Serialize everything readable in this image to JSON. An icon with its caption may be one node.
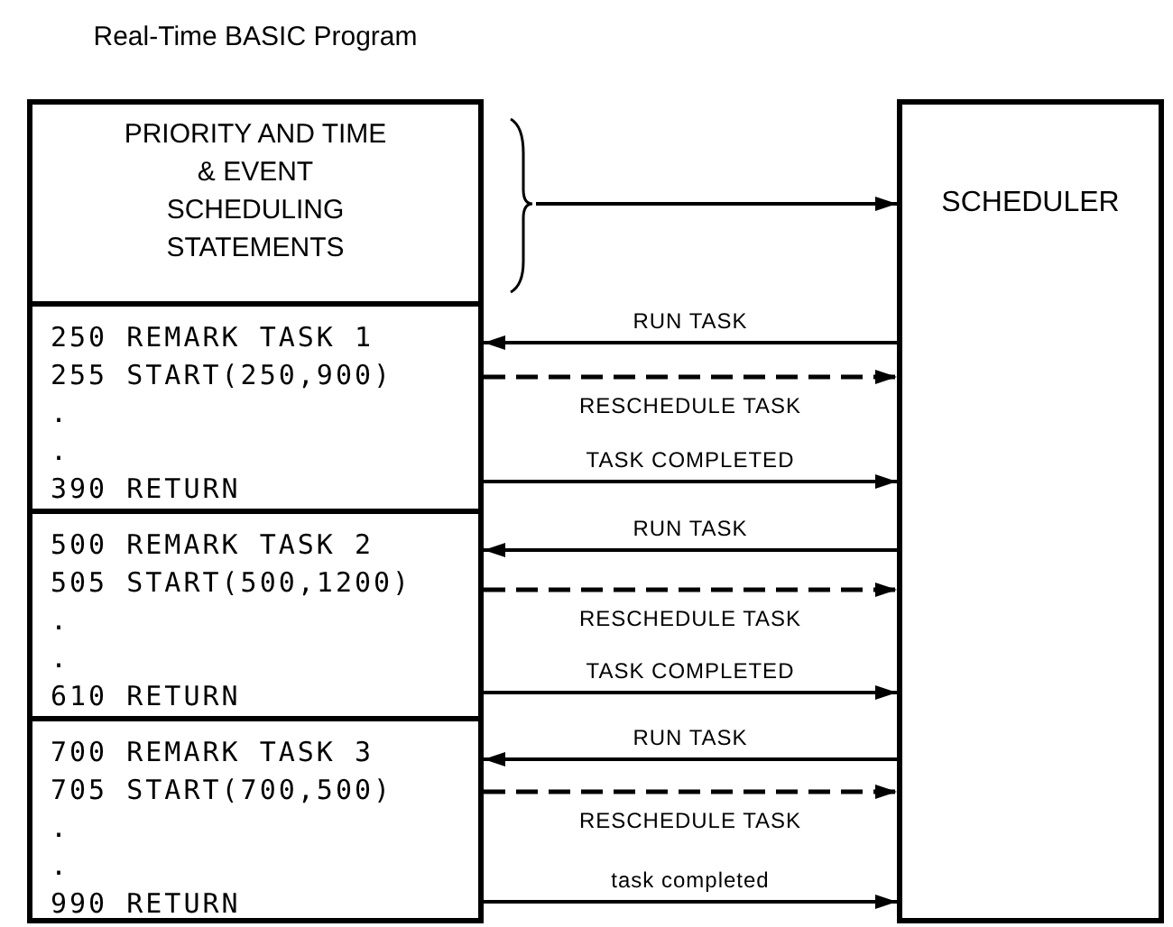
{
  "diagram": {
    "nodes": [
      {
        "text": [
          "Real-Time BASIC Program"
        ]
      },
      {
        "text": [
          "PRIORITY AND TIME & EVENT SCHEDULING STATEMENTS"
        ],
        "in": 0
      },
      {
        "text": [
          "250 REMARK TASK 1",
          "255 START(250,900)",
          ".",
          ".",
          "390 RETURN"
        ],
        "in": 0
      },
      {
        "text": [
          "500 REMARK TASK 2",
          "505 START(500,1200)",
          ".",
          ".",
          "610 RETURN"
        ],
        "in": 0
      },
      {
        "text": [
          "700 REMARK TASK 3",
          "705 START(700,500)",
          ".",
          ".",
          "990 RETURN"
        ],
        "in": 0
      },
      {
        "text": [
          "SCHEDULER"
        ]
      }
    ],
    "edges": [
      {
        "from": 1,
        "to": 5,
        "arrow": "to"
      },
      {
        "from": 5,
        "to": 2,
        "arrow": "to",
        "label": "RUN TASK"
      },
      {
        "from": 2,
        "to": 5,
        "arrow": "to",
        "label": "RESCHEDULE TASK",
        "style": "dashed"
      },
      {
        "from": 2,
        "to": 5,
        "arrow": "to",
        "label": "TASK COMPLETED"
      },
      {
        "from": 5,
        "to": 3,
        "arrow": "to",
        "label": "RUN TASK"
      },
      {
        "from": 3,
        "to": 5,
        "arrow": "to",
        "label": "RESCHEDULE TASK",
        "style": "dashed"
      },
      {
        "from": 3,
        "to": 5,
        "arrow": "to",
        "label": "TASK COMPLETED"
      },
      {
        "from": 5,
        "to": 4,
        "arrow": "to",
        "label": "RUN TASK"
      },
      {
        "from": 4,
        "to": 5,
        "arrow": "to",
        "label": "RESCHEDULE TASK",
        "style": "dashed"
      },
      {
        "from": 4,
        "to": 5,
        "arrow": "to",
        "label": "task completed"
      }
    ]
  }
}
